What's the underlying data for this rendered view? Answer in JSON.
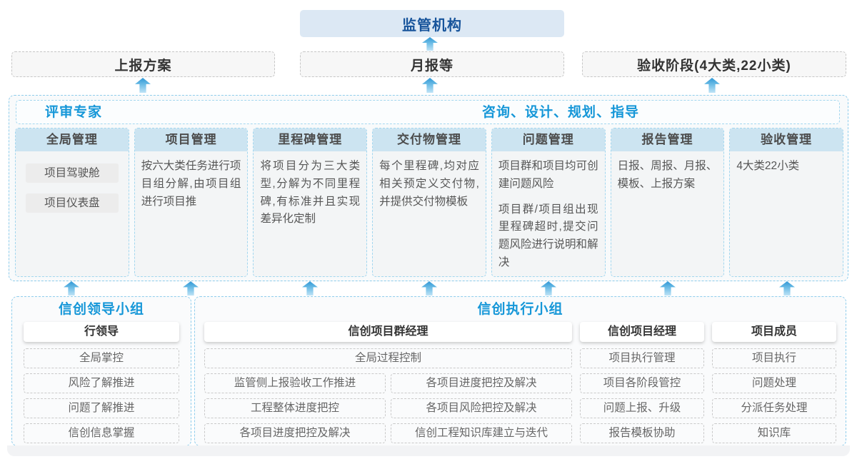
{
  "colors": {
    "regulator_bg": "#dce8f4",
    "regulator_text": "#17549b",
    "accent_blue": "#1697d8",
    "dashed_blue_border": "#8fcdec",
    "column_header_bg": "#cce4f1",
    "arrow_blue": "#2f97d5"
  },
  "top": {
    "regulator": "监管机构",
    "level2": [
      "上报方案",
      "月报等",
      "验收阶段(4大类,22小类)"
    ]
  },
  "experts": {
    "left_title": "评审专家",
    "right_title": "咨询、设计、规划、指导"
  },
  "columns": [
    {
      "title": "全局管理",
      "pills": [
        "项目驾驶舱",
        "项目仪表盘"
      ]
    },
    {
      "title": "项目管理",
      "paragraphs": [
        "按六大类任务进行项目组分解,由项目组进行项目推"
      ]
    },
    {
      "title": "里程碑管理",
      "paragraphs": [
        "将项目分为三大类型,分解为不同里程碑,有标准并且实现差异化定制"
      ]
    },
    {
      "title": "交付物管理",
      "paragraphs": [
        "每个里程碑,均对应相关预定义交付物,并提供交付物模板"
      ]
    },
    {
      "title": "问题管理",
      "paragraphs": [
        "项目群和项目均可创建问题风险",
        "项目群/项目组出现里程碑超时,提交问题风险进行说明和解决"
      ]
    },
    {
      "title": "报告管理",
      "paragraphs": [
        "日报、周报、月报、模板、上报方案"
      ]
    },
    {
      "title": "验收管理",
      "paragraphs": [
        "4大类22小类"
      ]
    }
  ],
  "leader_group": {
    "title": "信创领导小组",
    "role": "行领导",
    "items": [
      "全局掌控",
      "风险了解推进",
      "问题了解推进",
      "信创信息掌握"
    ]
  },
  "exec_group": {
    "title": "信创执行小组",
    "program_manager": {
      "role": "信创项目群经理",
      "full_item": "全局过程控制",
      "left_items": [
        "监管侧上报验收工作推进",
        "工程整体进度把控",
        "各项目进度把控及解决"
      ],
      "right_items": [
        "各项目进度把控及解决",
        "各项目风险把控及解决",
        "信创工程知识库建立与迭代"
      ]
    },
    "project_manager": {
      "role": "信创项目经理",
      "items": [
        "项目执行管理",
        "项目各阶段管控",
        "问题上报、升级",
        "报告模板协助"
      ]
    },
    "member": {
      "role": "项目成员",
      "items": [
        "项目执行",
        "问题处理",
        "分派任务处理",
        "知识库"
      ]
    }
  }
}
